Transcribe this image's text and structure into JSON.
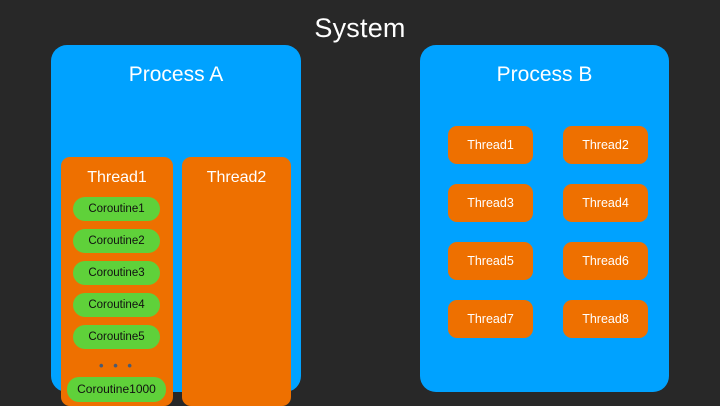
{
  "diagram": {
    "title": "System",
    "background_color": "#282828",
    "colors": {
      "process": "#00A2FF",
      "thread": "#EE7000",
      "coroutine": "#5FD13A",
      "title_text": "#FFFFFF",
      "coroutine_text": "#111111",
      "ellipsis": "#4A5A72"
    }
  },
  "process_a": {
    "title": "Process A",
    "threads": [
      {
        "label": "Thread1",
        "coroutines": [
          "Coroutine1",
          "Coroutine2",
          "Coroutine3",
          "Coroutine4",
          "Coroutine5"
        ],
        "ellipsis": "• • •",
        "last_coroutine": "Coroutine1000"
      },
      {
        "label": "Thread2",
        "coroutines": []
      }
    ]
  },
  "process_b": {
    "title": "Process B",
    "threads": [
      "Thread1",
      "Thread2",
      "Thread3",
      "Thread4",
      "Thread5",
      "Thread6",
      "Thread7",
      "Thread8"
    ]
  }
}
